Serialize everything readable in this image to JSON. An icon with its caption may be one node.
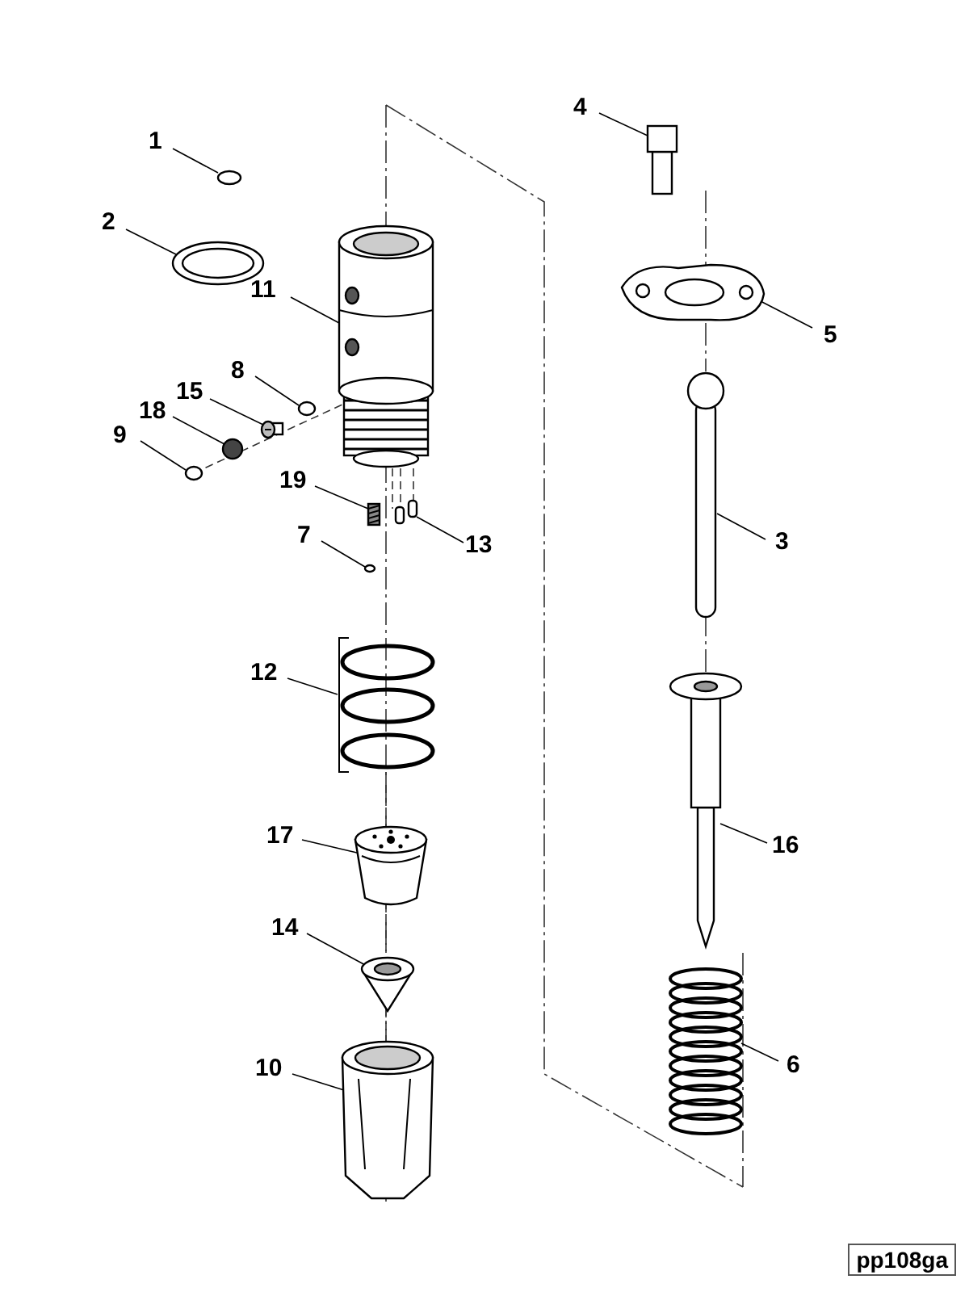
{
  "diagram": {
    "nodes": [
      {
        "text": [
          "1"
        ]
      },
      {
        "text": [
          "2"
        ]
      },
      {
        "text": [
          "11"
        ]
      },
      {
        "text": [
          "8"
        ]
      },
      {
        "text": [
          "15"
        ]
      },
      {
        "text": [
          "18"
        ]
      },
      {
        "text": [
          "9"
        ]
      },
      {
        "text": [
          "19"
        ]
      },
      {
        "text": [
          "7"
        ]
      },
      {
        "text": [
          "13"
        ]
      },
      {
        "text": [
          "12"
        ]
      },
      {
        "text": [
          "17"
        ]
      },
      {
        "text": [
          "14"
        ]
      },
      {
        "text": [
          "10"
        ]
      },
      {
        "text": [
          "4"
        ]
      },
      {
        "text": [
          "5"
        ]
      },
      {
        "text": [
          "3"
        ]
      },
      {
        "text": [
          "16"
        ]
      },
      {
        "text": [
          "6"
        ]
      },
      {
        "text": [],
        "shape": "circle"
      },
      {
        "text": [],
        "shape": "picture"
      },
      {
        "text": [],
        "shape": "picture"
      },
      {
        "text": [],
        "shape": "circle"
      },
      {
        "text": [],
        "shape": "picture"
      },
      {
        "text": [],
        "shape": "circle"
      },
      {
        "text": [],
        "shape": "circle"
      },
      {
        "text": [],
        "shape": "picture"
      },
      {
        "text": [],
        "shape": "circle"
      },
      {
        "text": [],
        "shape": "picture"
      },
      {
        "text": [],
        "shape": "picture"
      },
      {
        "text": [],
        "shape": "picture"
      },
      {
        "text": [],
        "shape": "picture"
      },
      {
        "text": [],
        "shape": "picture"
      },
      {
        "text": [],
        "shape": "picture"
      },
      {
        "text": [],
        "shape": "picture"
      },
      {
        "text": [],
        "shape": "picture"
      },
      {
        "text": [],
        "shape": "picture"
      },
      {
        "text": [],
        "shape": "picture"
      }
    ],
    "edges": [
      {
        "from": 0,
        "to": 19,
        "arrow": "none"
      },
      {
        "from": 1,
        "to": 20,
        "arrow": "none"
      },
      {
        "from": 2,
        "to": 21,
        "arrow": "none"
      },
      {
        "from": 3,
        "to": 22,
        "arrow": "none"
      },
      {
        "from": 4,
        "to": 23,
        "arrow": "none"
      },
      {
        "from": 5,
        "to": 24,
        "arrow": "none"
      },
      {
        "from": 6,
        "to": 25,
        "arrow": "none"
      },
      {
        "from": 7,
        "to": 26,
        "arrow": "none"
      },
      {
        "from": 8,
        "to": 27,
        "arrow": "none"
      },
      {
        "from": 9,
        "to": 28,
        "arrow": "none"
      },
      {
        "from": 10,
        "to": 29,
        "arrow": "none"
      },
      {
        "from": 11,
        "to": 30,
        "arrow": "none"
      },
      {
        "from": 12,
        "to": 31,
        "arrow": "none"
      },
      {
        "from": 13,
        "to": 32,
        "arrow": "none"
      },
      {
        "from": 14,
        "to": 33,
        "arrow": "none"
      },
      {
        "from": 15,
        "to": 34,
        "arrow": "none"
      },
      {
        "from": 16,
        "to": 35,
        "arrow": "none"
      },
      {
        "from": 17,
        "to": 36,
        "arrow": "none"
      },
      {
        "from": 18,
        "to": 37,
        "arrow": "none"
      }
    ],
    "labels": [
      "pp108ga"
    ]
  }
}
